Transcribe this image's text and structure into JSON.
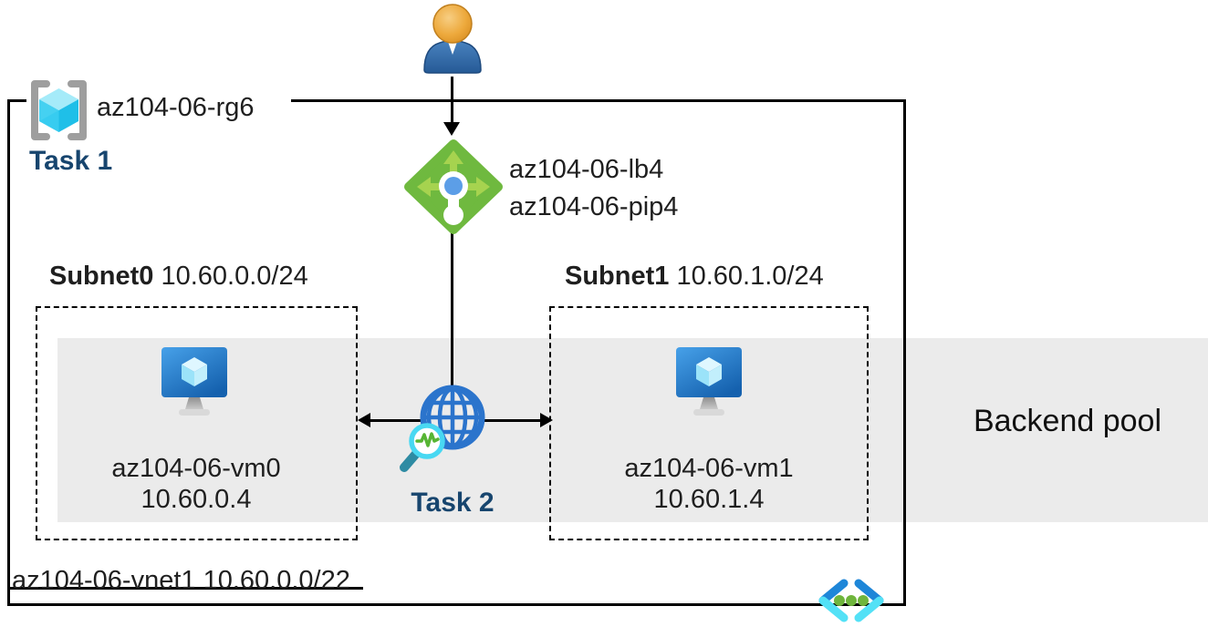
{
  "resource_group": {
    "label": "az104-06-rg6"
  },
  "tasks": {
    "task1": "Task 1",
    "task2": "Task 2"
  },
  "load_balancer": {
    "name": "az104-06-lb4",
    "public_ip": "az104-06-pip4"
  },
  "subnets": [
    {
      "name": "Subnet0",
      "cidr": "10.60.0.0/24",
      "vm": {
        "name": "az104-06-vm0",
        "ip": "10.60.0.4"
      }
    },
    {
      "name": "Subnet1",
      "cidr": "10.60.1.0/24",
      "vm": {
        "name": "az104-06-vm1",
        "ip": "10.60.1.4"
      }
    }
  ],
  "backend_pool_label": "Backend pool",
  "vnet": {
    "name": "az104-06-vnet1",
    "cidr": "10.60.0.0/22"
  },
  "icons": {
    "user": "user-person-icon",
    "load_balancer": "load-balancer-icon",
    "virtual_machine": "virtual-machine-icon",
    "network_watcher": "globe-monitor-icon",
    "virtual_network": "virtual-network-icon",
    "resource_group": "resource-group-icon"
  },
  "colors": {
    "task_label": "#17456E",
    "backend_band": "#EBEBEB",
    "lb_green": "#6FB93F",
    "lb_arrow_green": "#A6D34F",
    "lb_dot_blue": "#5C9EE7",
    "vm_blue": "#1E6FC0",
    "globe_blue": "#2B74CC",
    "magnifier_cyan": "#48D8F2",
    "pulse_green": "#57B534",
    "handle_teal": "#2E8BA3",
    "vnet_chevron_blue": "#1E86D8",
    "vnet_chevron_cyan": "#53E1F6",
    "vnet_dot_green": "#6FB53C",
    "cube_cyan": "#2BC3EA",
    "bracket_gray": "#9E9E9E"
  }
}
